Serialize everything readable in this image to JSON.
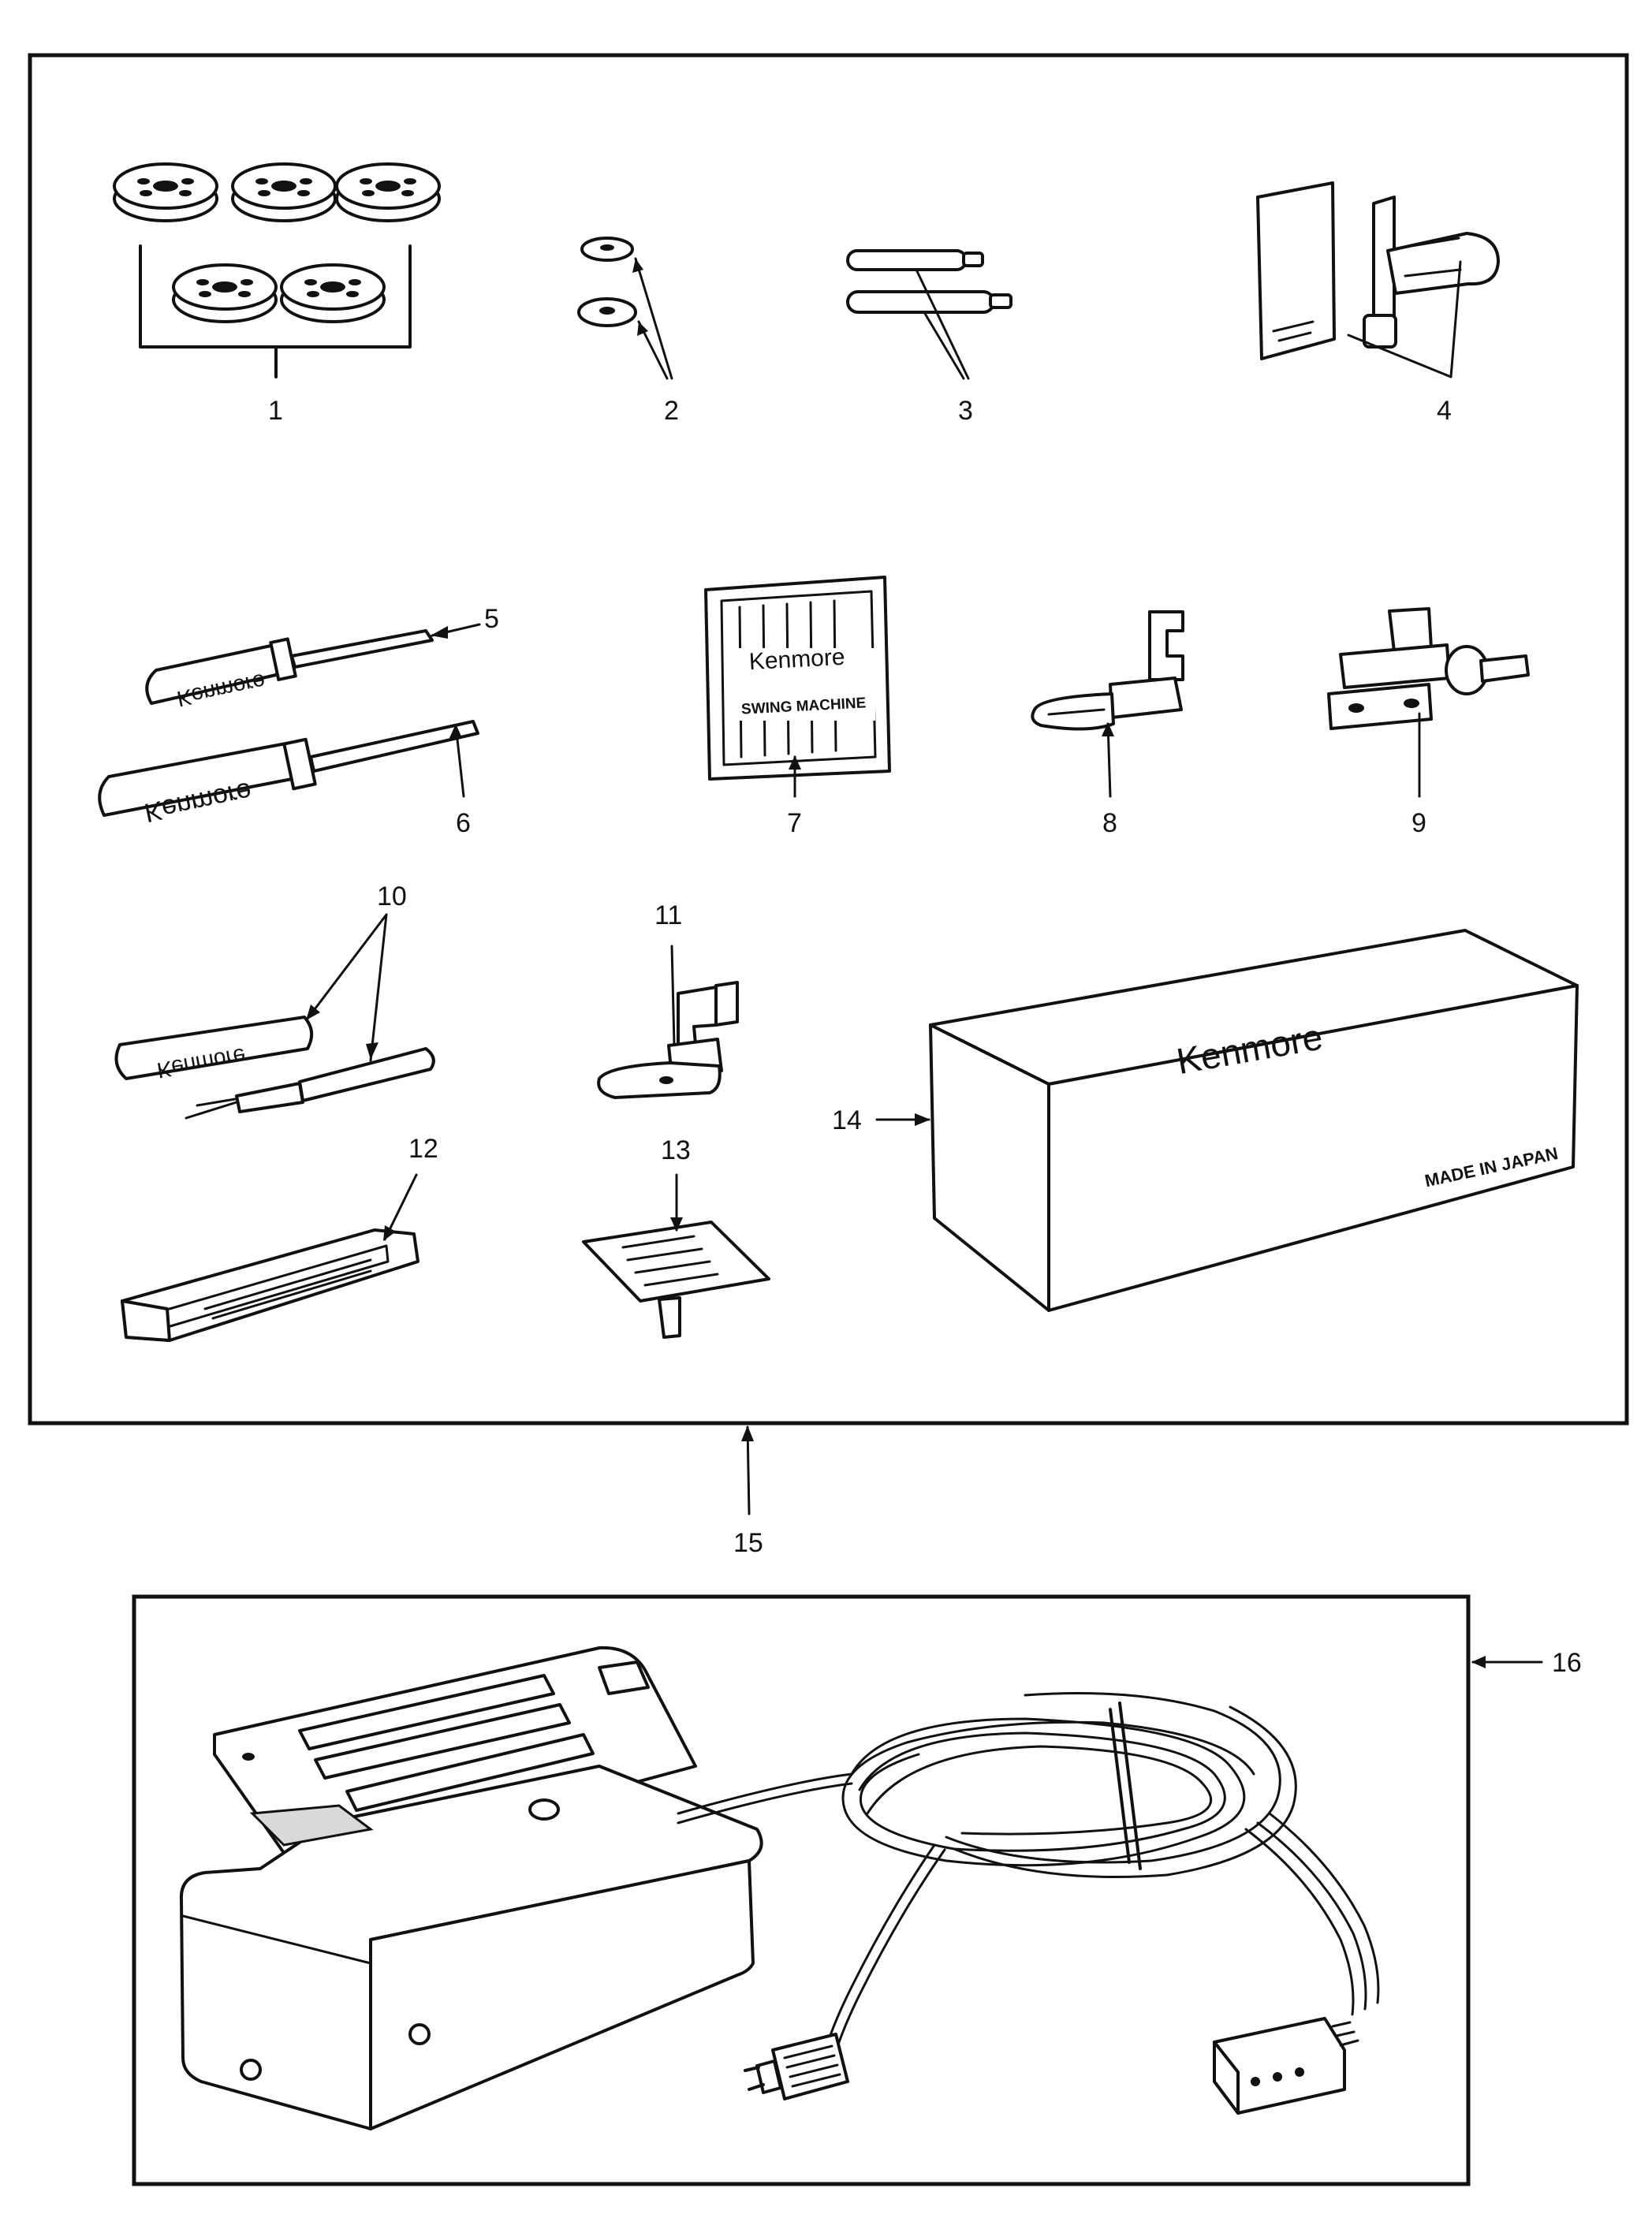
{
  "callouts": {
    "c1": "1",
    "c2": "2",
    "c3": "3",
    "c4": "4",
    "c5": "5",
    "c6": "6",
    "c7": "7",
    "c8": "8",
    "c9": "9",
    "c10": "10",
    "c11": "11",
    "c12": "12",
    "c13": "13",
    "c14": "14",
    "c15": "15",
    "c16": "16"
  },
  "product_text": {
    "box_brand": "Kenmore",
    "box_origin": "MADE IN JAPAN",
    "needle_pack_brand": "Kenmore",
    "needle_pack_line": "SWING MACHINE",
    "screwdriver_small_brand": "Kenmore",
    "screwdriver_large_brand": "Kenmore",
    "seam_ripper_brand": "Kenmore"
  },
  "icons": {
    "bobbins": "bobbin-icon",
    "felt_washers": "washer-icon",
    "spool_pins": "spool-pin-icon",
    "buttonholer": "buttonhole-attachment-icon",
    "screwdrivers": "screwdriver-icon",
    "needle_pack": "needle-pack-icon",
    "zipper_foot": "presser-foot-icon",
    "attachment": "attachment-icon",
    "seam_ripper": "seam-ripper-icon",
    "button_foot": "presser-foot-icon",
    "feed_cover": "tray-icon",
    "darning_plate": "plate-icon",
    "accessory_box": "box-icon",
    "foot_controller": "foot-pedal-icon"
  }
}
